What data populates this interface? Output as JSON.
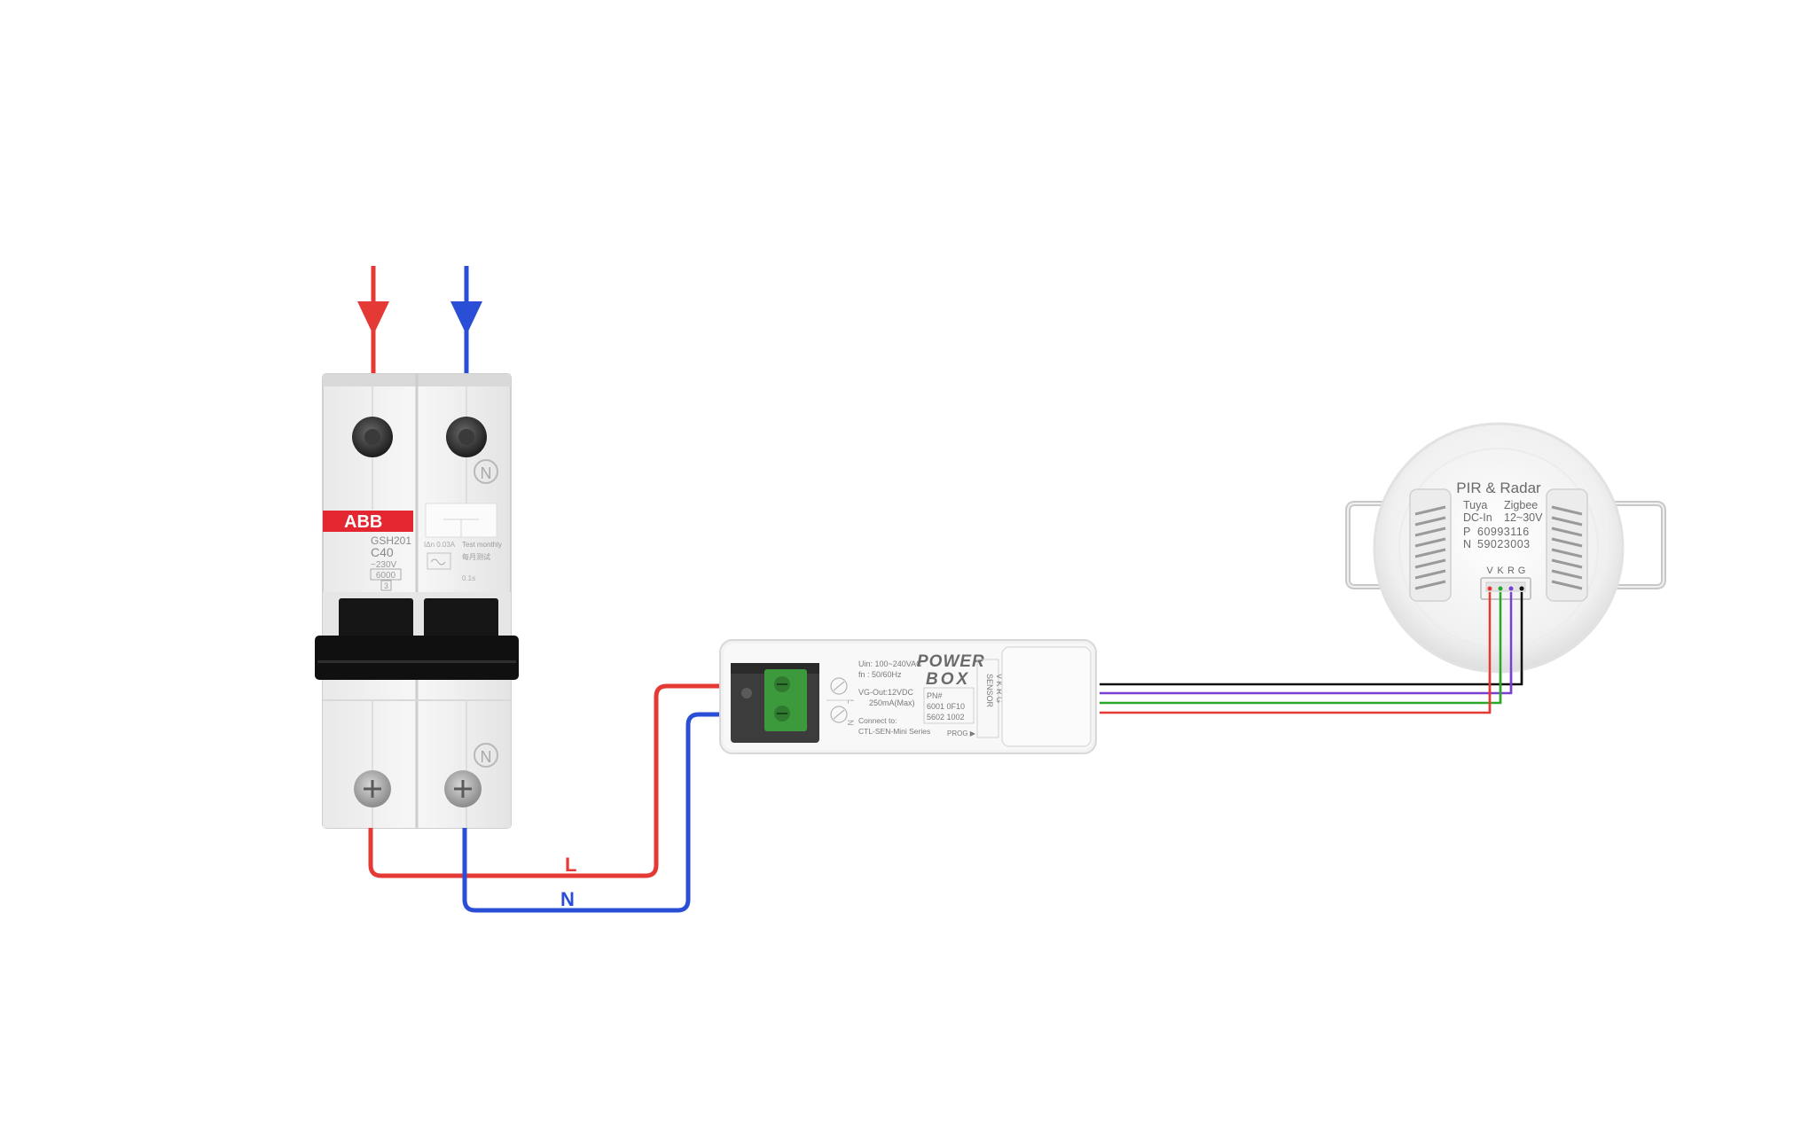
{
  "colors": {
    "live": "#e53935",
    "neutral": "#2a4fd6",
    "wire_black": "#111111",
    "wire_purple": "#7a3fd0",
    "wire_green": "#2aa82a",
    "wire_red": "#e53935",
    "abb_red": "#e3262f",
    "terminal_green": "#3c9a3c"
  },
  "breaker": {
    "brand": "ABB",
    "model": "GSH201",
    "rating": "C40",
    "voltage": "~230V",
    "capacity": "6000",
    "class": "3",
    "residual": "IΔn 0.03A",
    "test_label": "Test monthly",
    "test_chinese": "每月测试",
    "time_label": "0.1s",
    "n_mark": "N"
  },
  "wire_labels": {
    "live": "L",
    "neutral": "N"
  },
  "power_box": {
    "title_line1": "POWER",
    "title_line2": "BOX",
    "uin": "Uin: 100~240VAC",
    "freq": "fn : 50/60Hz",
    "vgout": "VG-Out:12VDC",
    "current": "250mA(Max)",
    "connect_label": "Connect to:",
    "connect_series": "CTL-SEN-Mini Series",
    "pn_label": "PN#",
    "pn_1": "6001 0F10",
    "pn_2": "5602 1002",
    "prog": "PROG ▶",
    "sensor_label": "SENSOR",
    "sensor_pins": "V K R G",
    "terminal_l": "L",
    "terminal_n": "N"
  },
  "sensor": {
    "title": "PIR & Radar",
    "brand_left": "Tuya",
    "brand_right": "Zigbee",
    "dc_label": "DC-In",
    "dc_value": "12~30V",
    "p_label": "P",
    "p_value": "60993116",
    "n_label": "N",
    "n_value": "59023003",
    "pins": [
      "V",
      "K",
      "R",
      "G"
    ]
  }
}
